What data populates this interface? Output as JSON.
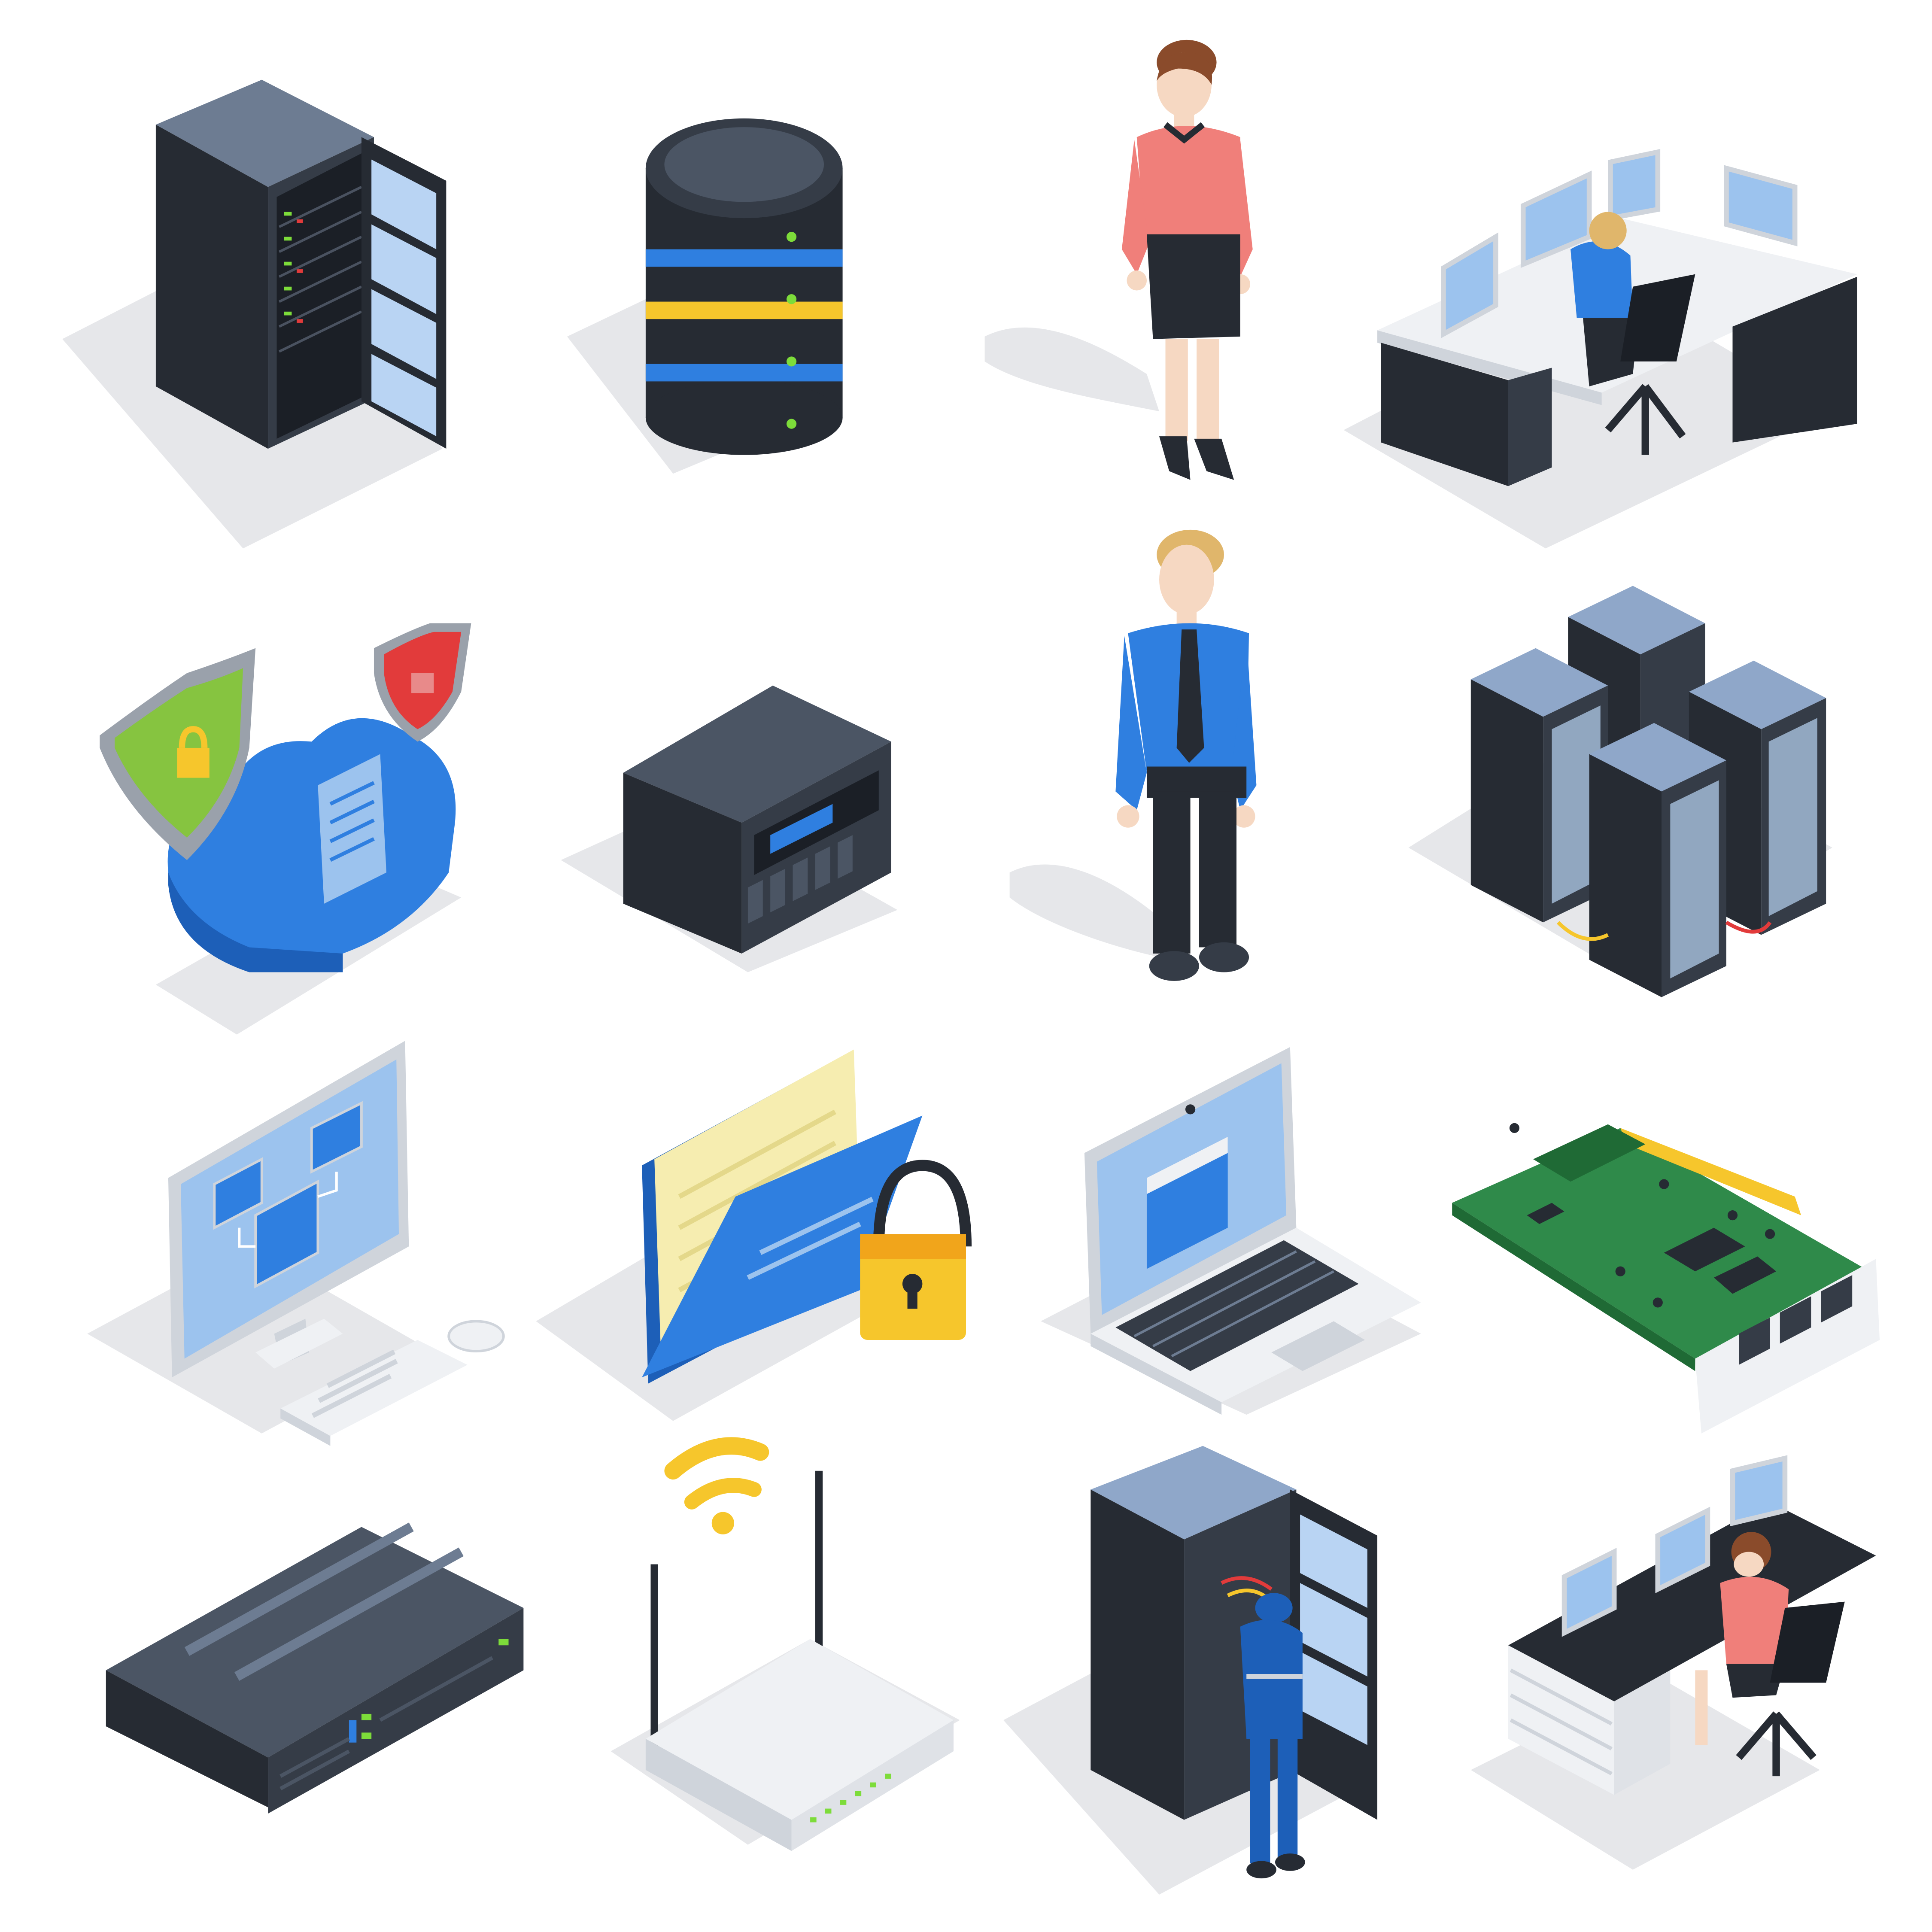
{
  "background": "#ffffff",
  "palette": {
    "shadow": "#e6e7ea",
    "rack_dark": "#262b33",
    "rack_mid": "#353c47",
    "rack_top": "#6d7c92",
    "rack_blue_top": "#8fa7c9",
    "glass": "#b9d4f3",
    "screen_blue": "#9cc3ee",
    "blue": "#2f7fe0",
    "blue_dark": "#1d5fb8",
    "yellow": "#f6c62c",
    "orange": "#f1a51b",
    "green": "#86c440",
    "pcb_green": "#2f8a4a",
    "red": "#e23b3b",
    "pink": "#f07f7a",
    "skin": "#f6d8c2",
    "hair_brown": "#8a4b2b",
    "hair_blond": "#e0b66b",
    "white_device": "#eff1f4",
    "light_grey": "#cfd4db",
    "led_green": "#7ddc3a"
  },
  "icons": [
    {
      "id": "server-rack-open",
      "row": 1,
      "col": 1
    },
    {
      "id": "database-cylinder",
      "row": 1,
      "col": 2
    },
    {
      "id": "woman-standing",
      "row": 1,
      "col": 3
    },
    {
      "id": "monitoring-desk-man",
      "row": 1,
      "col": 4
    },
    {
      "id": "cloud-security-shields",
      "row": 2,
      "col": 1
    },
    {
      "id": "nas-storage-box",
      "row": 2,
      "col": 2
    },
    {
      "id": "man-standing",
      "row": 2,
      "col": 3
    },
    {
      "id": "server-cluster",
      "row": 2,
      "col": 4
    },
    {
      "id": "desktop-computer",
      "row": 3,
      "col": 1
    },
    {
      "id": "secure-folder-lock",
      "row": 3,
      "col": 2
    },
    {
      "id": "laptop",
      "row": 3,
      "col": 3
    },
    {
      "id": "network-card",
      "row": 3,
      "col": 4
    },
    {
      "id": "rack-server-unit",
      "row": 4,
      "col": 1
    },
    {
      "id": "wifi-router",
      "row": 4,
      "col": 2
    },
    {
      "id": "technician-at-rack",
      "row": 4,
      "col": 3
    },
    {
      "id": "operator-desk-woman",
      "row": 4,
      "col": 4
    }
  ]
}
